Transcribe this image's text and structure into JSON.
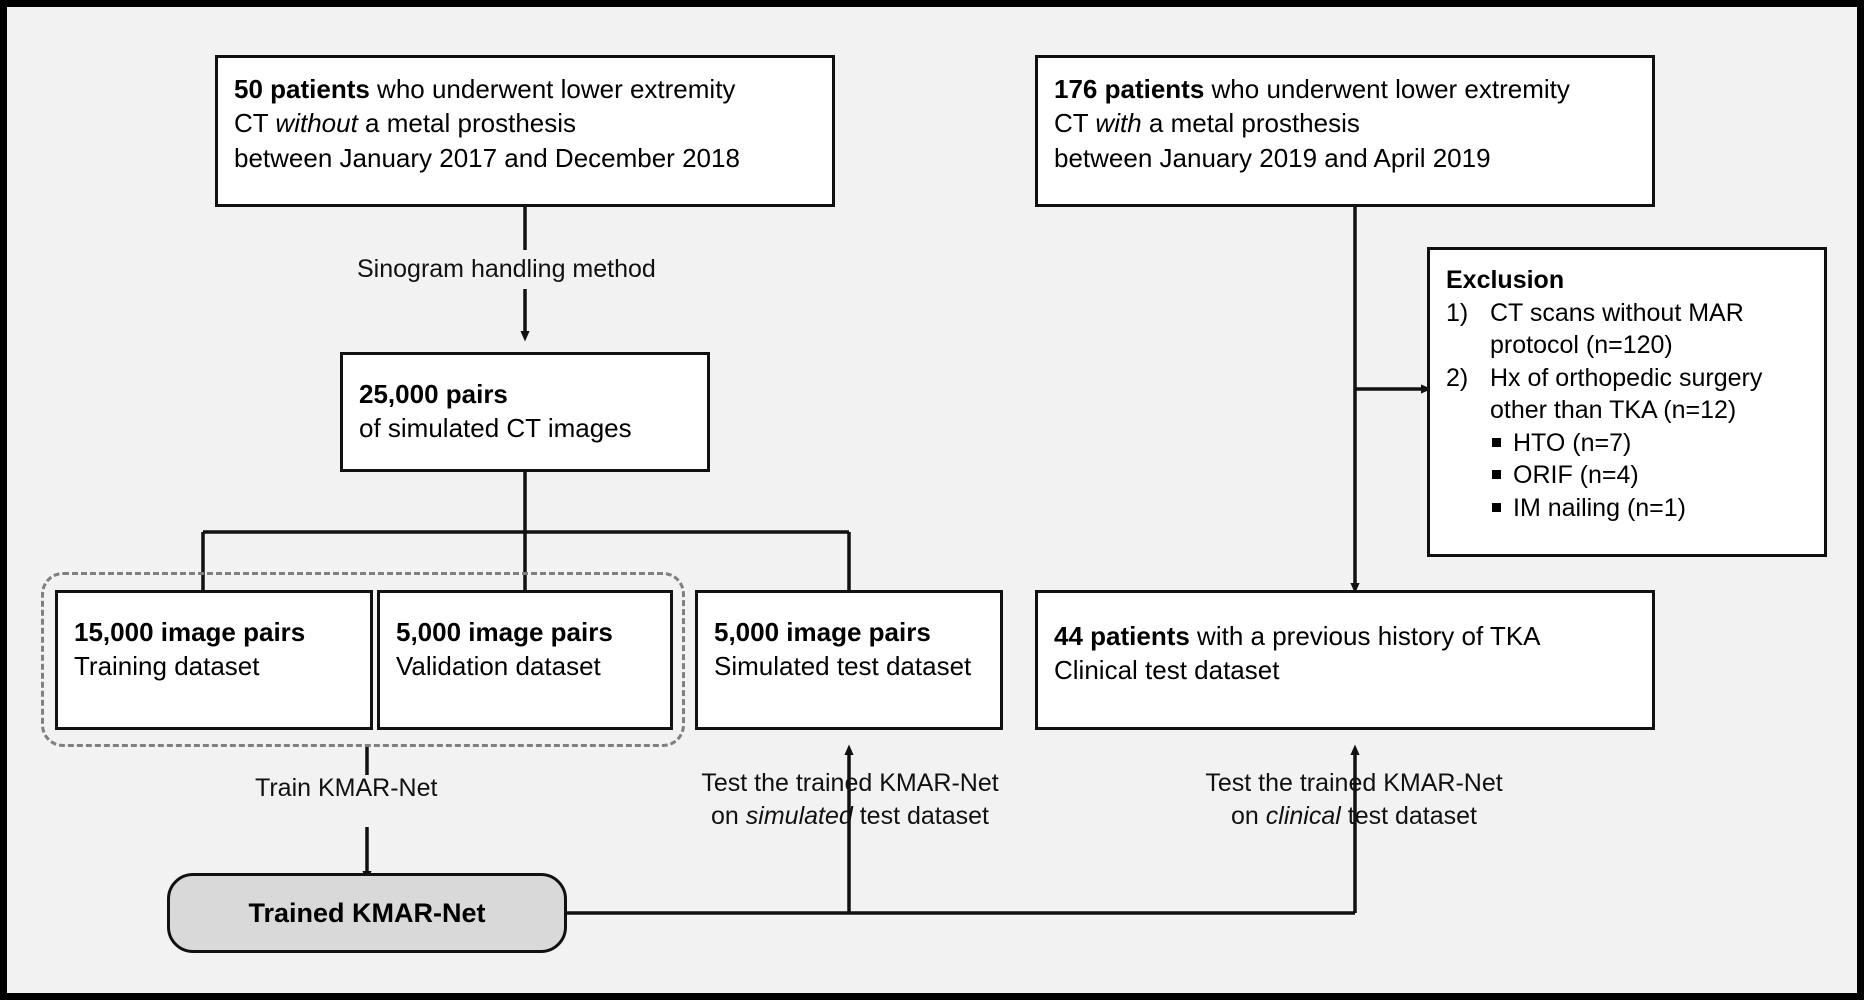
{
  "diagram": {
    "title": "KMAR-Net study flow diagram",
    "accent_fill": "#d9d9d9",
    "line_color": "#111111",
    "dashed_group_color": "#808080",
    "background": "#f2f2f2"
  },
  "boxes": {
    "source_simulated": {
      "name": "source-cohort-simulated",
      "line1_bold": "50 patients",
      "line1_rest": " who underwent lower extremity",
      "line2_pre": "CT ",
      "line2_italic": "without",
      "line2_post": " a metal prosthesis",
      "line3": "between January 2017 and December 2018"
    },
    "source_clinical": {
      "name": "source-cohort-clinical",
      "line1_bold": "176 patients",
      "line1_rest": " who underwent lower extremity",
      "line2_pre": "CT ",
      "line2_italic": "with",
      "line2_post": " a metal prosthesis",
      "line3": "between January 2019 and April 2019"
    },
    "pairs": {
      "name": "simulated-pairs",
      "line1_bold": "25,000 pairs",
      "line2": "of simulated CT images"
    },
    "training": {
      "name": "training-dataset",
      "line1_bold": "15,000 image pairs",
      "line2": "Training dataset"
    },
    "validation": {
      "name": "validation-dataset",
      "line1_bold": "5,000 image pairs",
      "line2": "Validation dataset"
    },
    "simulated_test": {
      "name": "simulated-test-dataset",
      "line1_bold": "5,000 image pairs",
      "line2": "Simulated test dataset"
    },
    "clinical_test": {
      "name": "clinical-test-dataset",
      "line1_bold": "44 patients",
      "line1_rest": " with a previous history of TKA",
      "line2": "Clinical test dataset"
    },
    "exclusion": {
      "name": "exclusion-box",
      "title": "Exclusion",
      "items": [
        {
          "num": "1)",
          "text": "CT scans without MAR protocol (n=120)"
        },
        {
          "num": "2)",
          "text": "Hx of orthopedic surgery other than TKA (n=12)"
        }
      ],
      "subitems": [
        "HTO (n=7)",
        "ORIF (n=4)",
        "IM nailing (n=1)"
      ]
    },
    "trained_model": {
      "name": "trained-model-node",
      "label": "Trained KMAR-Net"
    }
  },
  "edge_labels": {
    "sinogram": "Sinogram handling method",
    "train": "Train KMAR-Net",
    "test_simulated_line1": "Test the trained KMAR-Net",
    "test_simulated_line2_pre": "on ",
    "test_simulated_line2_italic": "simulated",
    "test_simulated_line2_post": " test dataset",
    "test_clinical_line1": "Test the trained KMAR-Net",
    "test_clinical_line2_pre": "on ",
    "test_clinical_line2_italic": "clinical",
    "test_clinical_line2_post": " test dataset"
  }
}
